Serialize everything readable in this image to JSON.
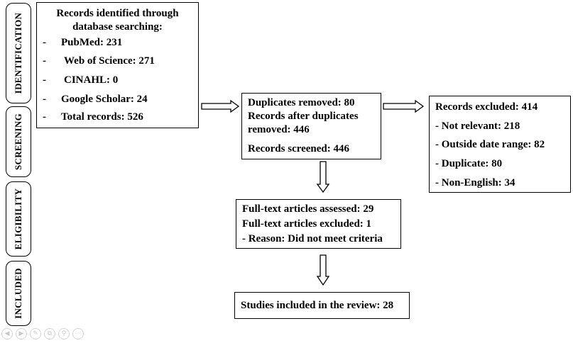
{
  "stages": {
    "identification": "IDENTIFICATION",
    "screening": "SCREENING",
    "eligibility": "ELIGIBILITY",
    "included": "INCLUDED"
  },
  "identification_box": {
    "title_line1": "Records identified through",
    "title_line2": "database searching:",
    "items": [
      {
        "dash": "-",
        "text": "PubMed: 231"
      },
      {
        "dash": "-",
        "text": "Web of Science: 271"
      },
      {
        "dash": "-",
        "text": "CINAHL: 0"
      },
      {
        "dash": "-",
        "text": "Google Scholar: 24"
      },
      {
        "dash": "-",
        "text": "Total records: 526"
      }
    ]
  },
  "duplicates_box": {
    "line1": "Duplicates removed: 80",
    "line2": "Records after duplicates",
    "line3": "removed: 446",
    "line4": "Records screened: 446"
  },
  "excluded_box": {
    "line1": "Records excluded: 414",
    "line2": "- Not relevant: 218",
    "line3": "- Outside date range: 82",
    "line4": "- Duplicate: 80",
    "line5": "- Non-English: 34"
  },
  "fulltext_box": {
    "line1": "Full-text articles assessed: 29",
    "line2": "Full-text articles excluded: 1",
    "line3": "- Reason: Did not meet criteria"
  },
  "included_box": {
    "line1": "Studies included in the review: 28"
  },
  "toolbar": {
    "icons": [
      "prev-icon",
      "next-icon",
      "pen-icon",
      "copy-icon",
      "zoom-icon",
      "more-icon"
    ]
  }
}
